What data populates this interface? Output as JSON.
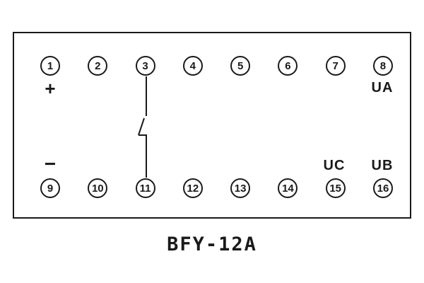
{
  "title": "BFY-12A",
  "terminals": {
    "top": [
      "1",
      "2",
      "3",
      "4",
      "5",
      "6",
      "7",
      "8"
    ],
    "bottom": [
      "9",
      "10",
      "11",
      "12",
      "13",
      "14",
      "15",
      "16"
    ]
  },
  "labels": {
    "positive": "+",
    "negative": "−",
    "ua": "UA",
    "uc": "UC",
    "ub": "UB"
  },
  "colors": {
    "line": "#1a1a1a",
    "background": "#ffffff"
  }
}
